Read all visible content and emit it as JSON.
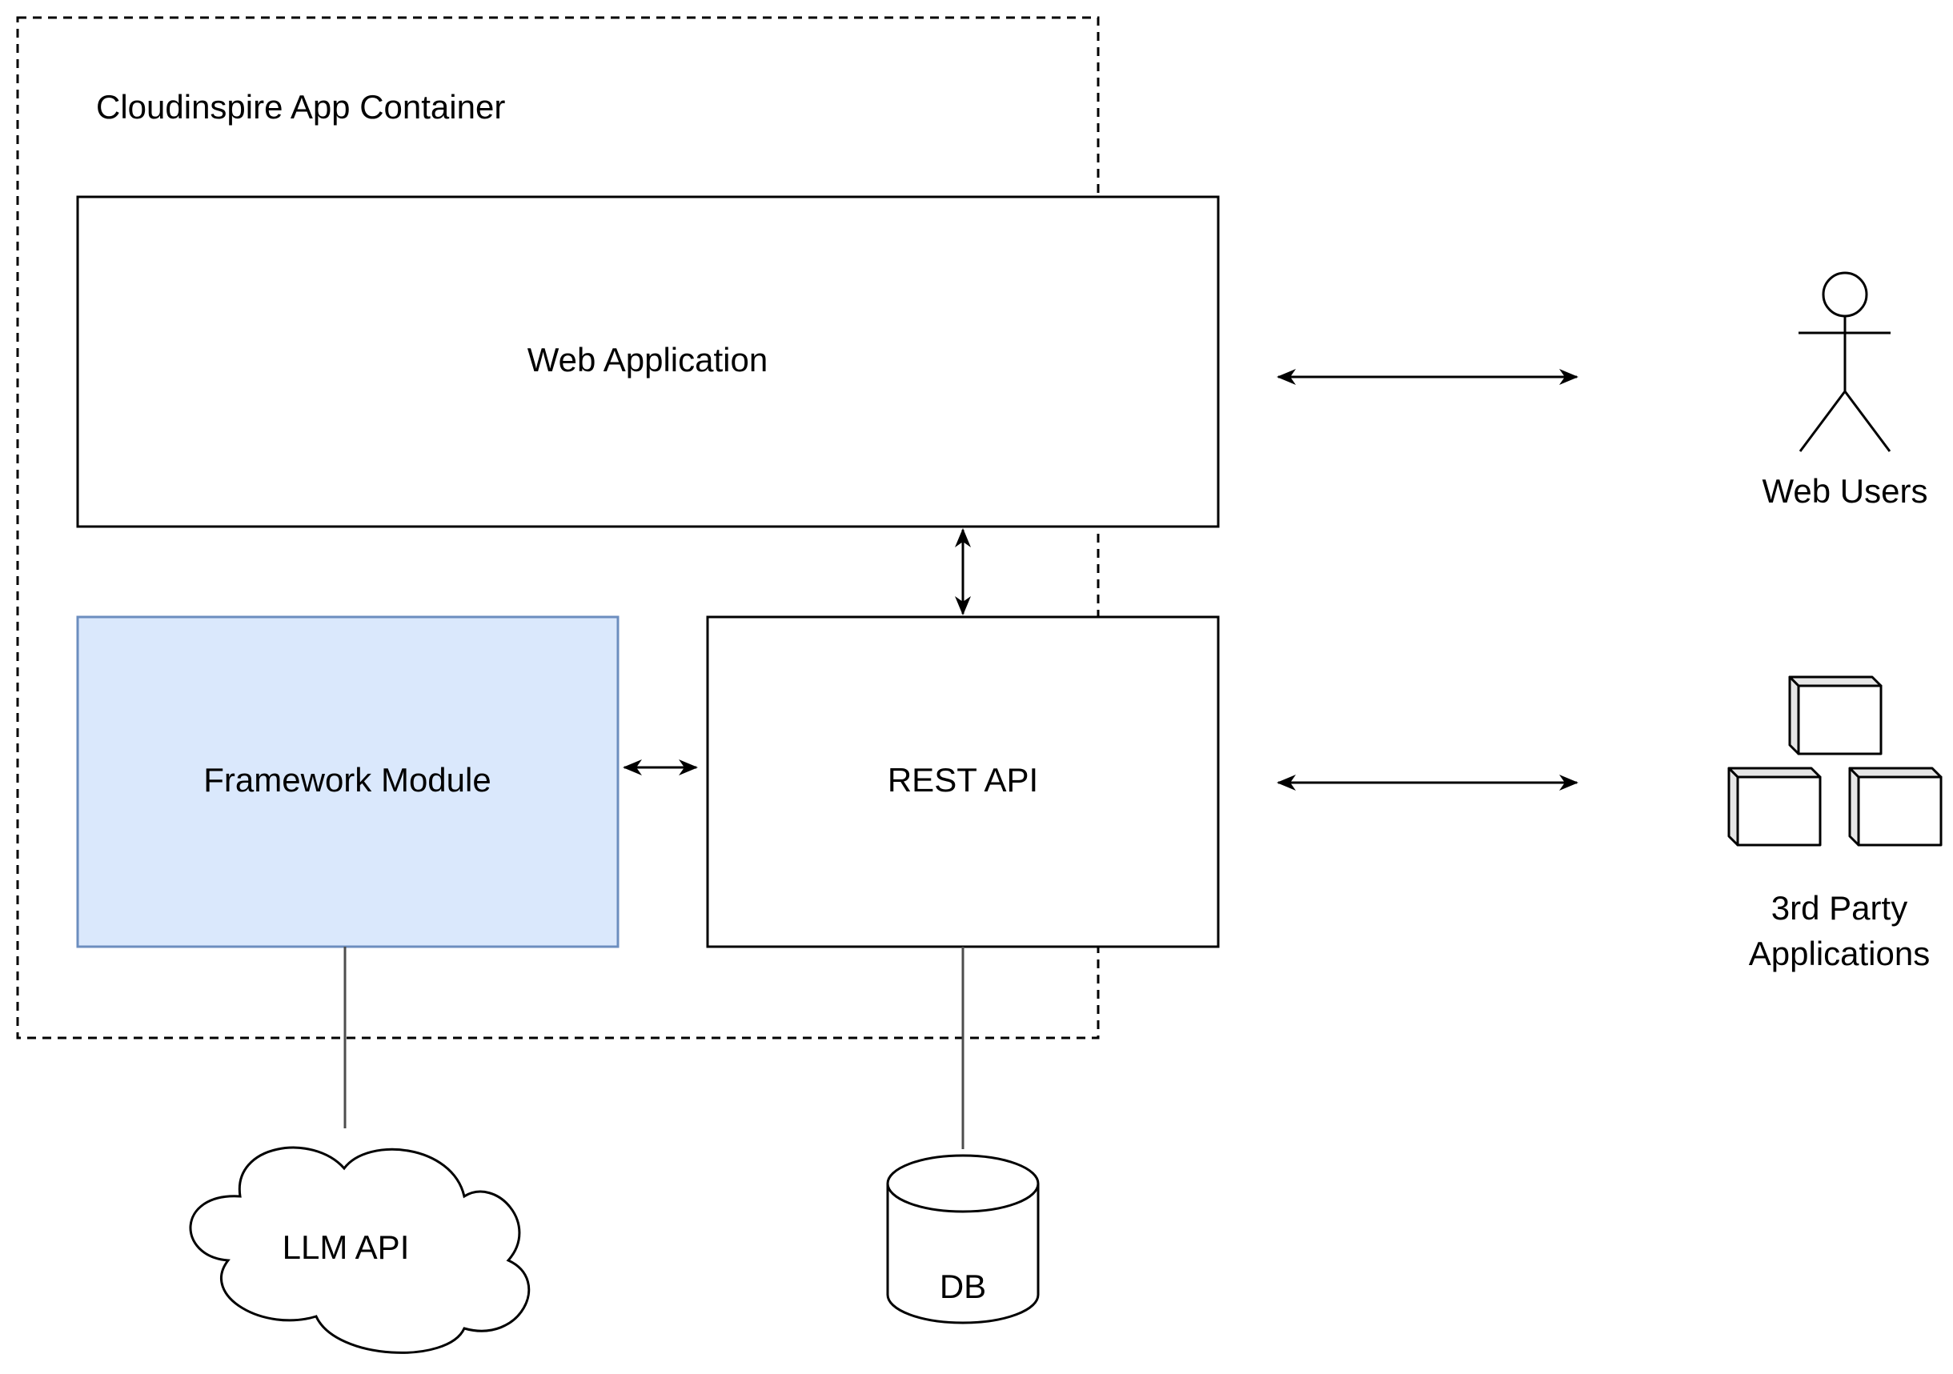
{
  "container": {
    "label": "Cloudinspire App Container"
  },
  "nodes": {
    "web_application": "Web Application",
    "rest_api": "REST API",
    "framework_module": "Framework Module",
    "llm_api": "LLM API",
    "db": "DB",
    "web_users": "Web Users",
    "third_party_line1": "3rd Party",
    "third_party_line2": "Applications"
  },
  "colors": {
    "stroke": "#000000",
    "framework_fill": "#dae8fc",
    "framework_stroke": "#6c8ebf",
    "connector": "#4d4d4d"
  },
  "icons": {
    "users": "stick-figure-icon",
    "third_party": "stacked-boxes-icon",
    "llm": "cloud-icon",
    "db": "database-cylinder-icon"
  }
}
